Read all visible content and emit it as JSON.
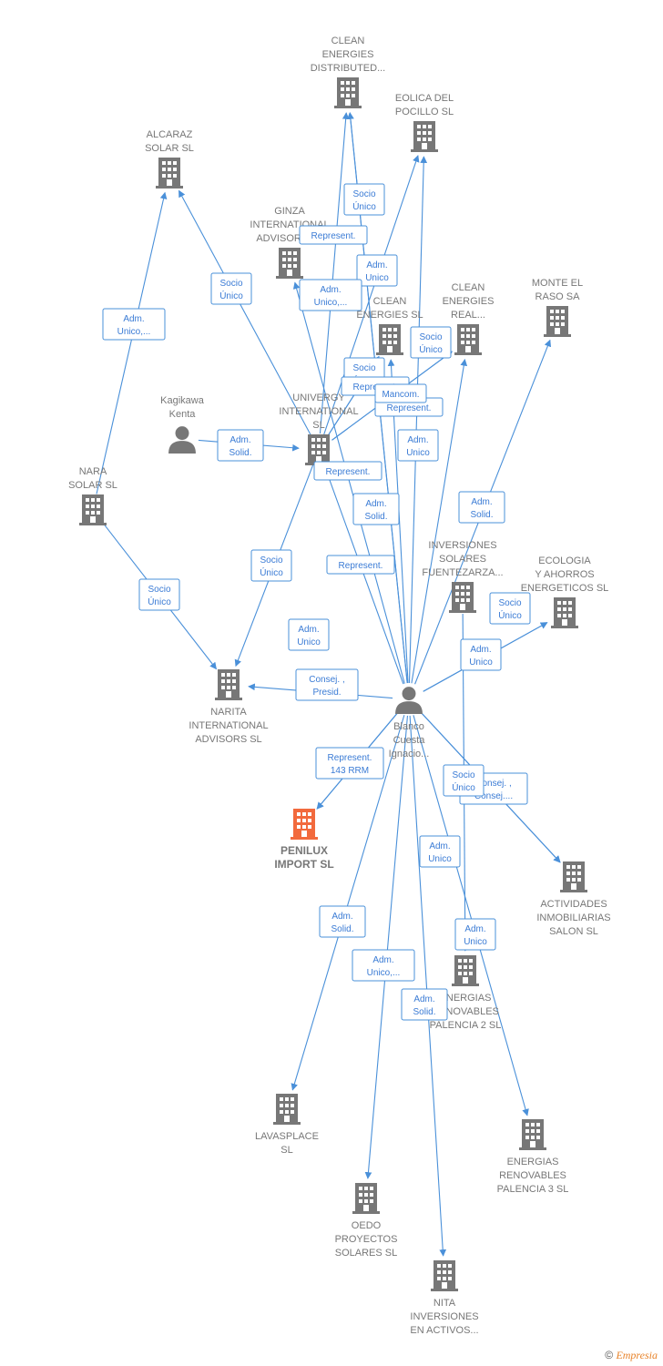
{
  "colors": {
    "edge": "#4a90d9",
    "company": "#777777",
    "highlight": "#f26a3d",
    "person": "#777777"
  },
  "nodes": [
    {
      "id": "clean_dist",
      "type": "company",
      "label": [
        "CLEAN",
        "ENERGIES",
        "DISTRIBUTED..."
      ]
    },
    {
      "id": "eolica",
      "type": "company",
      "label": [
        "EOLICA DEL",
        "POCILLO SL"
      ]
    },
    {
      "id": "alcaraz",
      "type": "company",
      "label": [
        "ALCARAZ",
        "SOLAR SL"
      ]
    },
    {
      "id": "ginza",
      "type": "company",
      "label": [
        "GINZA",
        "INTERNATIONAL",
        "ADVISORS  SL"
      ]
    },
    {
      "id": "clean_sl",
      "type": "company",
      "label": [
        "CLEAN",
        "ENERGIES SL"
      ]
    },
    {
      "id": "clean_real",
      "type": "company",
      "label": [
        "CLEAN",
        "ENERGIES",
        "REAL..."
      ]
    },
    {
      "id": "monte",
      "type": "company",
      "label": [
        "MONTE EL",
        "RASO SA"
      ]
    },
    {
      "id": "kagikawa",
      "type": "person",
      "label": [
        "Kagikawa",
        "Kenta"
      ]
    },
    {
      "id": "univergy",
      "type": "company",
      "label": [
        "UNIVERGY",
        "INTERNATIONAL",
        "SL"
      ]
    },
    {
      "id": "nara",
      "type": "company",
      "label": [
        "NARA",
        "SOLAR  SL"
      ]
    },
    {
      "id": "inversiones",
      "type": "company",
      "label": [
        "INVERSIONES",
        "SOLARES",
        "FUENTEZARZA..."
      ]
    },
    {
      "id": "ecologia",
      "type": "company",
      "label": [
        "ECOLOGIA",
        "Y AHORROS",
        "ENERGETICOS SL"
      ]
    },
    {
      "id": "narita",
      "type": "company",
      "label": [
        "NARITA",
        "INTERNATIONAL",
        "ADVISORS  SL"
      ]
    },
    {
      "id": "blanco",
      "type": "person",
      "label": [
        "Blanco",
        "Cuesta",
        "Ignacio..."
      ]
    },
    {
      "id": "penilux",
      "type": "highlight",
      "label": [
        "PENILUX",
        "IMPORT  SL"
      ]
    },
    {
      "id": "actividades",
      "type": "company",
      "label": [
        "ACTIVIDADES",
        "INMOBILIARIAS",
        "SALON SL"
      ]
    },
    {
      "id": "palencia2",
      "type": "company",
      "label": [
        "ENERGIAS",
        "RENOVABLES",
        "PALENCIA 2 SL"
      ]
    },
    {
      "id": "lavasplace",
      "type": "company",
      "label": [
        "LAVASPLACE",
        "SL"
      ]
    },
    {
      "id": "palencia3",
      "type": "company",
      "label": [
        "ENERGIAS",
        "RENOVABLES",
        "PALENCIA 3 SL"
      ]
    },
    {
      "id": "oedo",
      "type": "company",
      "label": [
        "OEDO",
        "PROYECTOS",
        "SOLARES  SL"
      ]
    },
    {
      "id": "nita",
      "type": "company",
      "label": [
        "NITA",
        "INVERSIONES",
        "EN ACTIVOS..."
      ]
    }
  ],
  "edges": [
    {
      "from": "nara",
      "to": "alcaraz",
      "label": [
        "Adm.",
        "Unico,..."
      ]
    },
    {
      "from": "nara",
      "to": "narita",
      "label": [
        "Socio",
        "Único"
      ]
    },
    {
      "from": "univergy",
      "to": "alcaraz",
      "label": [
        "Socio",
        "Único"
      ]
    },
    {
      "from": "univergy",
      "to": "narita",
      "label": [
        "Socio",
        "Único"
      ]
    },
    {
      "from": "univergy",
      "to": "clean_dist",
      "label": [
        "Socio",
        "Único"
      ]
    },
    {
      "from": "univergy",
      "to": "eolica",
      "label": [
        "Adm.",
        "Unico"
      ]
    },
    {
      "from": "univergy",
      "to": "clean_sl",
      "label": [
        "Socio",
        "Único"
      ]
    },
    {
      "from": "univergy",
      "to": "clean_real",
      "label": [
        "Socio",
        "Único"
      ]
    },
    {
      "from": "kagikawa",
      "to": "univergy",
      "label": [
        "Adm.",
        "Solid."
      ]
    },
    {
      "from": "blanco",
      "to": "penilux",
      "label": [
        "Adm.",
        "Unico"
      ]
    },
    {
      "from": "blanco",
      "to": "narita",
      "label": [
        "Consej. ,",
        "Presid."
      ]
    },
    {
      "from": "blanco",
      "to": "ginza",
      "label": [
        "Represent."
      ]
    },
    {
      "from": "blanco",
      "to": "clean_dist",
      "label": [
        "Adm.",
        "Unico,..."
      ]
    },
    {
      "from": "blanco",
      "to": "eolica",
      "label": [
        "Adm.",
        "Unico"
      ]
    },
    {
      "from": "blanco",
      "to": "clean_sl",
      "label": [
        "Represent."
      ]
    },
    {
      "from": "blanco",
      "to": "clean_real",
      "label": [
        "Represent."
      ]
    },
    {
      "from": "blanco",
      "to": "monte",
      "label": [
        "Adm.",
        "Solid."
      ]
    },
    {
      "from": "blanco",
      "to": "univergy",
      "label": [
        "Represent."
      ]
    },
    {
      "from": "blanco",
      "to": "clean_dist",
      "label": [
        "Adm.",
        "Solid."
      ]
    },
    {
      "from": "blanco",
      "to": "ecologia",
      "label": [
        "Socio",
        "Único"
      ]
    },
    {
      "from": "blanco",
      "to": "ecologia",
      "label": [
        "Adm.",
        "Unico"
      ]
    },
    {
      "from": "blanco",
      "to": "actividades",
      "label": [
        "Consej. ,",
        "Consej...."
      ]
    },
    {
      "from": "blanco",
      "to": "actividades",
      "label": [
        "Socio",
        "Único"
      ]
    },
    {
      "from": "blanco",
      "to": "lavasplace",
      "label": [
        "Adm.",
        "Solid."
      ]
    },
    {
      "from": "blanco",
      "to": "oedo",
      "label": [
        "Adm.",
        "Unico,..."
      ]
    },
    {
      "from": "blanco",
      "to": "nita",
      "label": [
        "Adm.",
        "Solid."
      ]
    },
    {
      "from": "blanco",
      "to": "palencia3",
      "label": [
        "Adm.",
        "Unico"
      ]
    },
    {
      "from": "inversiones",
      "to": "palencia2",
      "label": [
        "Adm.",
        "Unico"
      ]
    },
    {
      "from": "blanco",
      "to": "penilux",
      "label": [
        "Represent.",
        "143 RRM"
      ]
    },
    {
      "from": "univergy",
      "to": "clean_sl",
      "label": [
        "Mancom."
      ]
    },
    {
      "from": "univergy",
      "to": "clean_real",
      "label": [
        "Represent."
      ]
    }
  ],
  "footer": {
    "copyright": "©",
    "brand": "Empresia"
  }
}
